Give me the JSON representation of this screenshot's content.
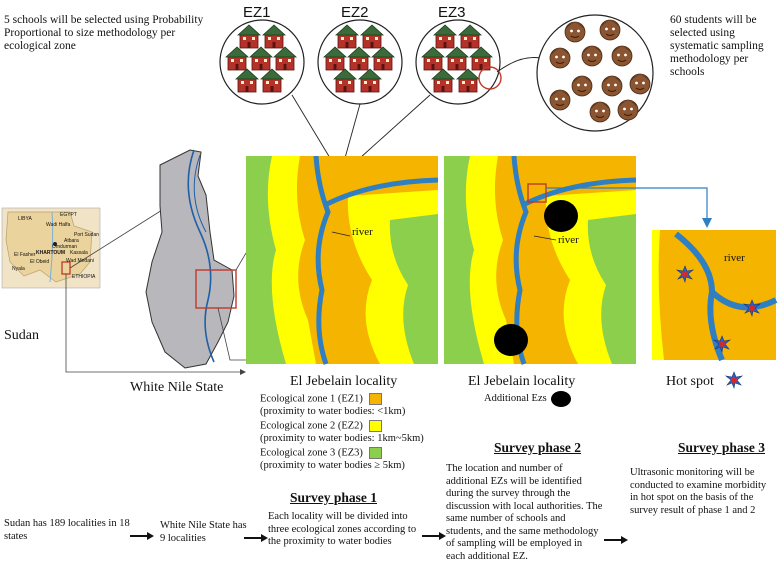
{
  "top": {
    "schools_note": "5 schools will be selected using Probability Proportional to size methodology per ecological zone",
    "students_note": "60 students will be selected using systematic sampling methodology per schools",
    "ez1": "EZ1",
    "ez2": "EZ2",
    "ez3": "EZ3"
  },
  "map": {
    "country": "Sudan",
    "state": "White Nile State",
    "locality1": "El Jebelain locality",
    "locality2": "El Jebelain locality",
    "hotspot": "Hot spot",
    "river1": "river",
    "river2": "river",
    "river3": "river",
    "sudan_labels": [
      "LIBYA",
      "EGYPT",
      "Wadi Halfa",
      "Port Sudan",
      "Atbara",
      "KHARTOUM",
      "Kassala",
      "El Fasher",
      "El Obeid",
      "Wad Medani",
      "Omdurman",
      "Nyala",
      "ETHIOPIA"
    ]
  },
  "legend": {
    "ez1_title": "Ecological zone 1 (EZ1)",
    "ez1_desc": "(proximity to water bodies: <1km)",
    "ez2_title": "Ecological zone 2 (EZ2)",
    "ez2_desc": "(proximity to water bodies: 1km~5km)",
    "ez3_title": "Ecological zone 3 (EZ3)",
    "ez3_desc": "(proximity to water bodies ≥ 5km)",
    "additional": "Additional Ezs",
    "colors": {
      "ez1": "#f5b400",
      "ez2": "#ffff00",
      "ez3": "#8ccf4d",
      "river": "#2f7fc2"
    }
  },
  "phases": {
    "p1_title": "Survey phase 1",
    "p2_title": "Survey phase 2",
    "p3_title": "Survey phase 3",
    "step_a": "Sudan has 189 localities in 18 states",
    "step_b": "White Nile State has 9 localities",
    "step_c": "Each locality will be divided into three ecological zones according to the proximity to water bodies",
    "step_d": "The location and number of additional EZs will be identified during the survey through the discussion with local authorities. The same number of schools and students, and the same methodology of sampling will be employed in each additional EZ.",
    "step_e": "Ultrasonic monitoring will be conducted to examine morbidity in hot spot  on the basis of the survey result of phase 1 and 2"
  }
}
